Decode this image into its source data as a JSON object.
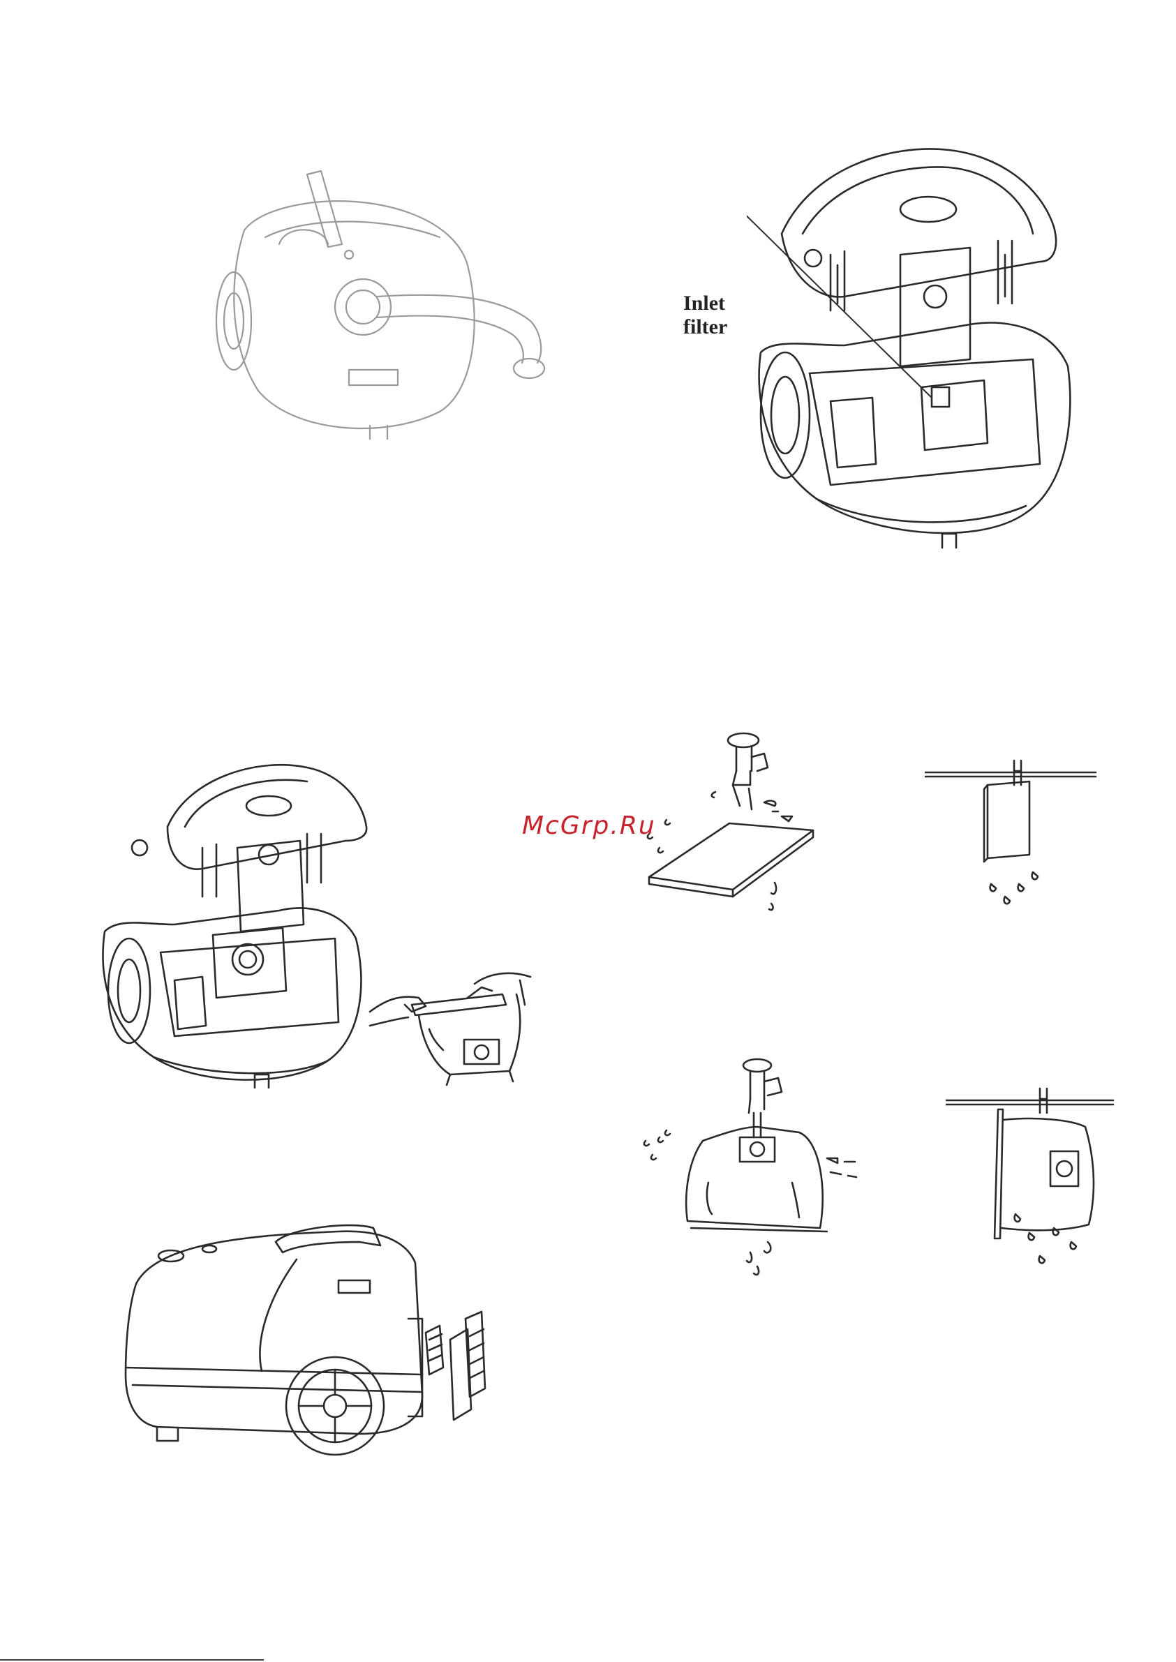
{
  "callout": {
    "line1": "Inlet",
    "line2": "filter"
  },
  "watermark": {
    "text": "McGrp.Ru",
    "color": "#c8232c"
  },
  "figures": [
    {
      "id": "vacuum-with-hose"
    },
    {
      "id": "vacuum-open-inlet-filter"
    },
    {
      "id": "vacuum-open-dustbag"
    },
    {
      "id": "dustbag-removal-hands"
    },
    {
      "id": "vacuum-exhaust-filter"
    },
    {
      "id": "wash-filter-tap"
    },
    {
      "id": "dry-filter-line"
    },
    {
      "id": "wash-bag-tap"
    },
    {
      "id": "dry-bag-line"
    }
  ]
}
